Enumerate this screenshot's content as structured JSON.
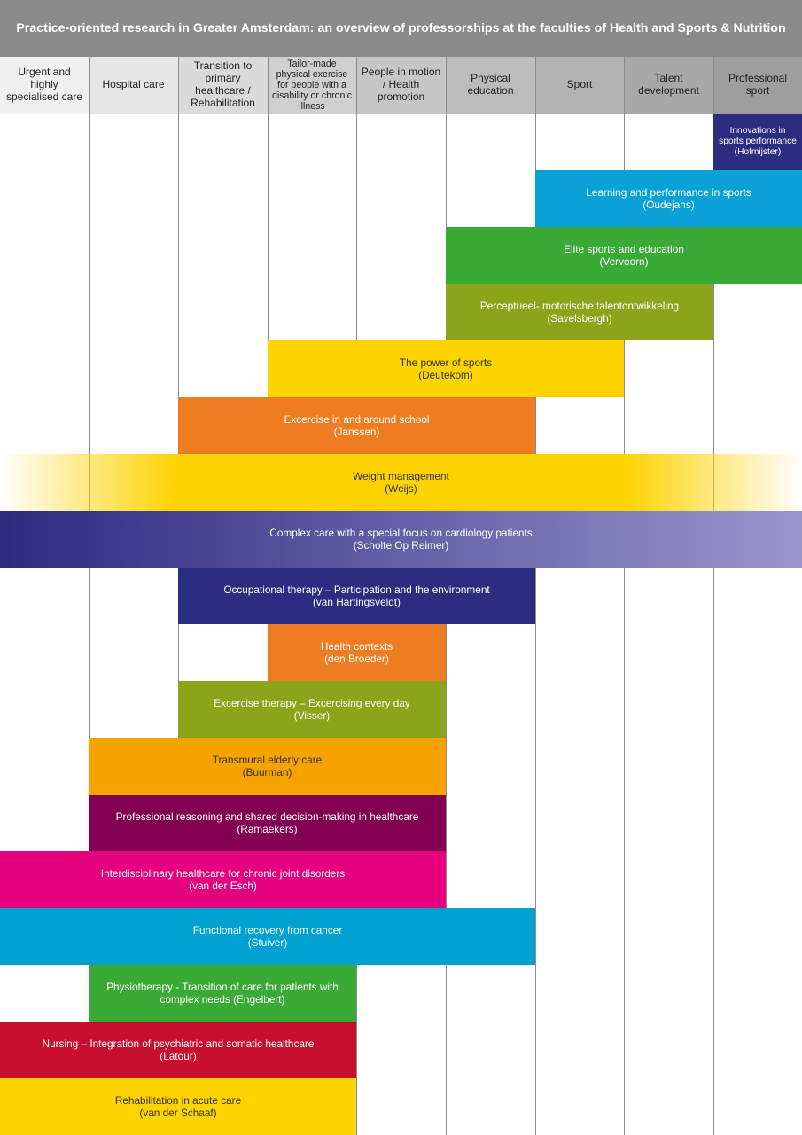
{
  "title": "Practice-oriented research in Greater Amsterdam: an overview of professorships at the faculties of Health and Sports & Nutrition",
  "columns": [
    {
      "label": "Urgent and highly specialised care",
      "bg": "#f0f0f0"
    },
    {
      "label": "Hospital care",
      "bg": "#e6e6e6"
    },
    {
      "label": "Transition to primary healthcare / Rehabilitation",
      "bg": "#dadada"
    },
    {
      "label": "Tailor-made physical exercise for people with a disability or chronic illness",
      "bg": "#d0d0d0"
    },
    {
      "label": "People in motion / Health promotion",
      "bg": "#c6c6c6"
    },
    {
      "label": "Physical education",
      "bg": "#bcbcbc"
    },
    {
      "label": "Sport",
      "bg": "#b2b2b2"
    },
    {
      "label": "Talent development",
      "bg": "#a8a8a8"
    },
    {
      "label": "Professional sport",
      "bg": "#9e9e9e"
    }
  ],
  "professorships": [
    {
      "label": "Innovations in sports performance",
      "holder": "(Hofmijster)",
      "start": 8,
      "end": 9,
      "color": "#2b2d80",
      "text_color": "#ffffff"
    },
    {
      "label": "Learning and performance in sports",
      "holder": "(Oudejans)",
      "start": 6,
      "end": 9,
      "color": "#0aa1d6",
      "text_color": "#ffffff"
    },
    {
      "label": "Elite sports and education",
      "holder": "(Vervoorn)",
      "start": 5,
      "end": 9,
      "color": "#3ba936",
      "text_color": "#ffffff"
    },
    {
      "label": "Perceptueel- motorische talentontwikkeling",
      "holder": "(Savelsbergh)",
      "start": 5,
      "end": 8,
      "color": "#8ca41a",
      "text_color": "#ffffff"
    },
    {
      "label": "The power of sports",
      "holder": "(Deutekom)",
      "start": 3,
      "end": 7,
      "color": "#fdd300",
      "text_color": "#333333"
    },
    {
      "label": "Excercise in and around school",
      "holder": "(Janssen)",
      "start": 2,
      "end": 6,
      "color": "#ee7d21",
      "text_color": "#ffffff"
    },
    {
      "label": "Weight management",
      "holder": "(Weijs)",
      "start": 0,
      "end": 9,
      "color": "#fdd300",
      "text_color": "#333333",
      "fade": true
    },
    {
      "label": "Complex care with a special focus on cardiology patients",
      "holder": "(Scholte Op Reimer)",
      "start": 0,
      "end": 9,
      "color": "#2c2b80",
      "color_end": "#9b95cc",
      "text_color": "#ffffff"
    },
    {
      "label": "Occupational therapy – Participation and the environment",
      "holder": "(van Hartingsveldt)",
      "start": 2,
      "end": 6,
      "color": "#2b2d80",
      "text_color": "#ffffff"
    },
    {
      "label": "Health contexts",
      "holder": "(den Broeder)",
      "start": 3,
      "end": 5,
      "color": "#ee7d21",
      "text_color": "#ffffff"
    },
    {
      "label": "Excercise therapy – Excercising every day",
      "holder": "(Visser)",
      "start": 2,
      "end": 5,
      "color": "#8ca41a",
      "text_color": "#ffffff"
    },
    {
      "label": "Transmural elderly care",
      "holder": "(Buurman)",
      "start": 1,
      "end": 5,
      "color": "#f6a300",
      "text_color": "#333333"
    },
    {
      "label": "Professional reasoning and shared decision-making in healthcare",
      "holder": "(Ramaekers)",
      "start": 1,
      "end": 5,
      "color": "#820051",
      "text_color": "#ffffff"
    },
    {
      "label": "Interdisciplinary healthcare for chronic joint disorders",
      "holder": "(van der Esch)",
      "start": 0,
      "end": 5,
      "color": "#e5007e",
      "text_color": "#ffffff"
    },
    {
      "label": "Functional recovery from cancer",
      "holder": "(Stuiver)",
      "start": 0,
      "end": 6,
      "color": "#00a0d1",
      "text_color": "#ffffff"
    },
    {
      "label": "Physiotherapy - Transition of care for patients with complex needs (Engelbert)",
      "holder": "",
      "start": 1,
      "end": 4,
      "color": "#3ba936",
      "text_color": "#ffffff"
    },
    {
      "label": "Nursing – Integration of psychiatric and somatic healthcare",
      "holder": "(Latour)",
      "start": 0,
      "end": 4,
      "color": "#c8102e",
      "text_color": "#ffffff"
    },
    {
      "label": "Rehabilitation in acute care",
      "holder": "(van der Schaaf)",
      "start": 0,
      "end": 4,
      "color": "#fdd300",
      "text_color": "#333333"
    }
  ]
}
